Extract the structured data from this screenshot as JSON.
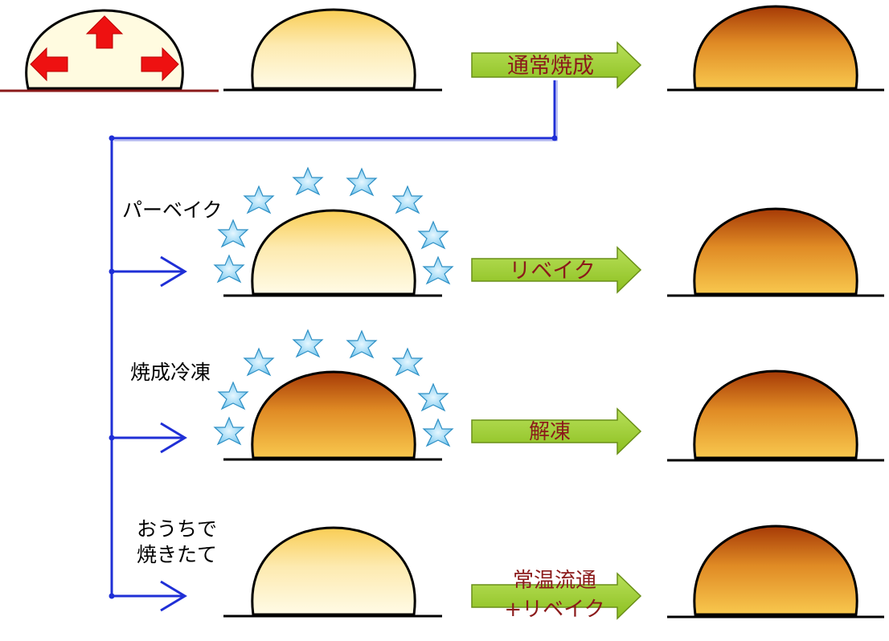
{
  "labels": {
    "normal_bake": "通常焼成",
    "par_bake": "パーベイク",
    "rebake_1": "リベイク",
    "baked_frozen": "焼成冷凍",
    "thaw": "解凍",
    "home_line1": "おうちで",
    "home_line2": "焼きたて",
    "ambient_line1": "常温流通",
    "ambient_line2": "+リベイク"
  },
  "colors": {
    "dough_light": "#fffbe0",
    "dough_mid": "#fde7a0",
    "dough_bottom": "#f6c24a",
    "baked_top": "#a63a06",
    "baked_mid": "#e08b25",
    "baked_bottom": "#f6c24a",
    "process_arrow": "#99cc33",
    "process_text": "#8b1a1a",
    "flow_line": "#1f2fd6",
    "expand_arrow": "#ee1111",
    "snowflake": "#8fd3f4"
  }
}
